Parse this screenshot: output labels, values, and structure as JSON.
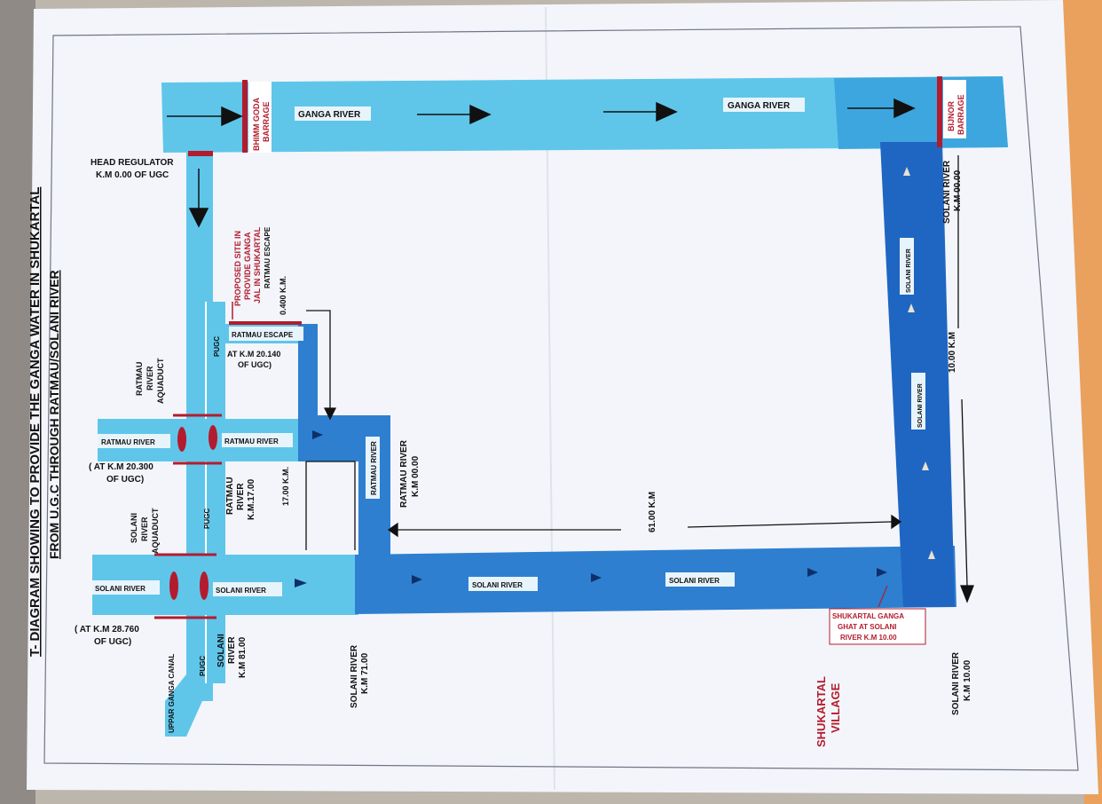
{
  "title": {
    "line1": "T- DIAGRAM SHOWING TO PROVIDE THE GANGA WATER IN SHUKARTAL",
    "line2": "FROM U.G.C THROUGH RATMAU/SOLANI RIVER"
  },
  "labels": {
    "ganga_river": "GANGA RIVER",
    "bhimm_goda_1": "BHIMM GODA",
    "bhimm_goda_2": "BARRAGE",
    "bijnor_1": "BIJNOR",
    "bijnor_2": "BARRAGE",
    "head_reg_1": "HEAD REGULATOR",
    "head_reg_2": "K.M 0.00 OF UGC",
    "proposed_1": "PROPOSED SITE IN",
    "proposed_2": "PROVIDE GANGA",
    "proposed_3": "JAL IN SHUKARTAL",
    "ratmau_escape_small": "RATMAU ESCAPE",
    "dist_0400": "0.400 K.M.",
    "ratmau_escape": "RATMAU ESCAPE",
    "ratmau_escape_km_1": "AT K.M 20.140",
    "ratmau_escape_km_2": "OF UGC)",
    "pugc": "PUGC",
    "ratmau_aqueduct_1": "RATMAU",
    "ratmau_aqueduct_2": "RIVER",
    "ratmau_aqueduct_3": "AQUADUCT",
    "ratmau_river": "RATMAU RIVER",
    "ratmau_at_km_1": "( AT K.M 20.300",
    "ratmau_at_km_2": "OF UGC)",
    "ratmau_km17_1": "RATMAU",
    "ratmau_km17_2": "RIVER",
    "ratmau_km17_3": "K.M.17.00",
    "dist_1700": "17.00 K.M.",
    "ratmau_km00_1": "RATMAU RIVER",
    "ratmau_km00_2": "K.M 00.00",
    "solani_aqueduct_1": "SOLANI",
    "solani_aqueduct_2": "RIVER",
    "solani_aqueduct_3": "AQUADUCT",
    "solani_river": "SOLANI RIVER",
    "solani_at_km_1": "( AT K.M 28.760",
    "solani_at_km_2": "OF UGC)",
    "uppar_ganga_canal": "UPPAR GANGA CANAL",
    "solani_km81_1": "SOLANI",
    "solani_km81_2": "RIVER",
    "solani_km81_3": "K.M 81.00",
    "solani_km71_1": "SOLANI RIVER",
    "solani_km71_2": "K.M 71.00",
    "dist_6100": "61.00 K.M",
    "dist_1000": "10.00 K.M",
    "solani_km00_1": "SOLANI RIVER",
    "solani_km00_2": "K.M 00.00",
    "solani_km10_1": "SOLANI RIVER",
    "solani_km10_2": "K.M 10.00",
    "shukartal_ghat_1": "SHUKARTAL GANGA",
    "shukartal_ghat_2": "GHAT AT SOLANI",
    "shukartal_ghat_3": "RIVER K.M 10.00",
    "shukartal_village_1": "SHUKARTAL",
    "shukartal_village_2": "VILLAGE"
  },
  "colors": {
    "light_water": "#5fc6ea",
    "dark_water": "#2e7fd0",
    "deep_water": "#1f66c2",
    "label_red": "#b31c2e",
    "paper": "#f4f6fb"
  }
}
